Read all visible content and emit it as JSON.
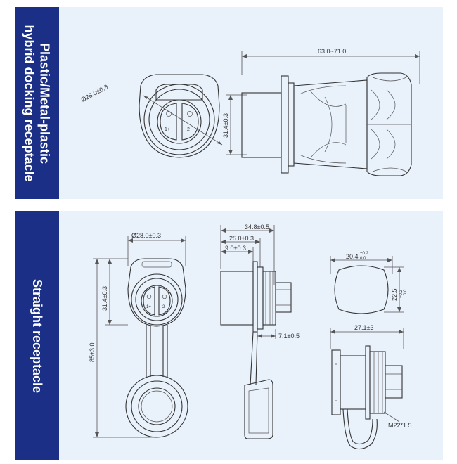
{
  "sections": [
    {
      "title_lines": [
        "Plastic/Metal-plastic",
        "hybrid docking receptacle"
      ],
      "dimensions": {
        "front_diameter": "Ø28.0±0.3",
        "side_length": "63.0~71.0",
        "side_height": "31.4±0.3"
      },
      "pin_labels": [
        "1+",
        "2"
      ]
    },
    {
      "title_lines": [
        "Straight receptacle"
      ],
      "dimensions": {
        "front_diameter": "Ø28.0±0.3",
        "front_height": "31.4±0.3",
        "total_height": "85±3.0",
        "side_total": "34.8±0.5",
        "side_mid": "25.0±0.3",
        "side_short": "9.0±0.3",
        "side_flange": "7.1±0.5",
        "cutout_width": "20.4",
        "cutout_width_tol_plus": "+0.2",
        "cutout_width_tol_minus": "0.0",
        "cutout_height": "22.5",
        "cutout_height_tol_plus": "+0.2",
        "cutout_height_tol_minus": "0.0",
        "mount_width": "27.1±3",
        "thread": "M22*1.5"
      },
      "pin_labels": [
        "1+",
        "2"
      ]
    }
  ]
}
